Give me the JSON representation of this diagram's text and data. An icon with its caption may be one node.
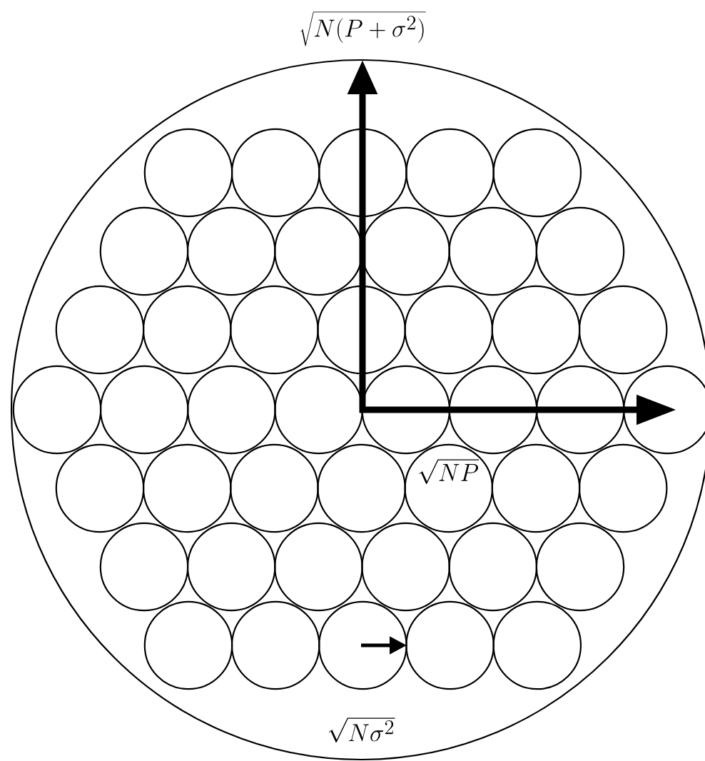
{
  "diagram": {
    "labels": [
      "\\sqrt{N(P+\\sigma^2)}",
      "\\sqrt{NP}",
      "\\sqrt{N\\sigma^2}"
    ]
  }
}
